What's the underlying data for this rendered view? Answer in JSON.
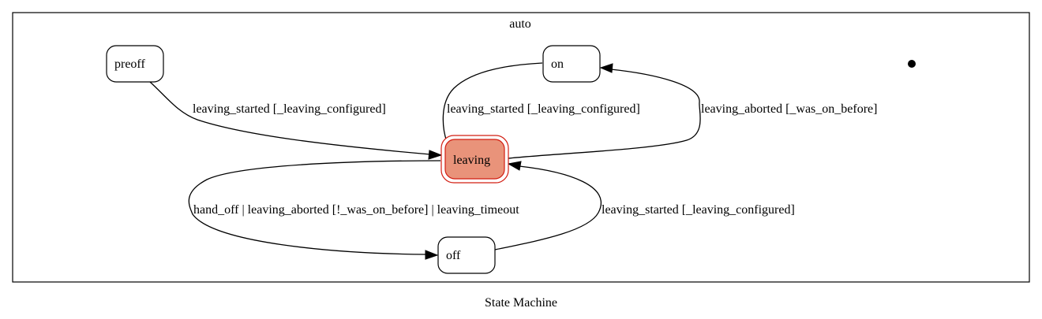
{
  "diagram": {
    "caption": "State Machine",
    "cluster_label": "auto",
    "active_state": "leaving",
    "colors": {
      "active_fill": "#e9937a",
      "active_stroke": "#d21d12",
      "line": "#000000",
      "background": "#ffffff"
    },
    "states": [
      {
        "id": "preoff",
        "label": "preoff"
      },
      {
        "id": "on",
        "label": "on"
      },
      {
        "id": "leaving",
        "label": "leaving"
      },
      {
        "id": "off",
        "label": "off"
      }
    ],
    "initial_marker": {
      "icon": "initial-state-dot-icon"
    },
    "transitions": [
      {
        "id": "preoff-leaving",
        "from": "preoff",
        "to": "leaving",
        "label": "leaving_started [_leaving_configured]"
      },
      {
        "id": "on-leaving",
        "from": "on",
        "to": "leaving",
        "label": "leaving_started [_leaving_configured]"
      },
      {
        "id": "leaving-on",
        "from": "leaving",
        "to": "on",
        "label": "leaving_aborted [_was_on_before]"
      },
      {
        "id": "leaving-off",
        "from": "leaving",
        "to": "off",
        "label": "hand_off | leaving_aborted [!_was_on_before] | leaving_timeout"
      },
      {
        "id": "off-leaving",
        "from": "off",
        "to": "leaving",
        "label": "leaving_started [_leaving_configured]"
      }
    ]
  }
}
